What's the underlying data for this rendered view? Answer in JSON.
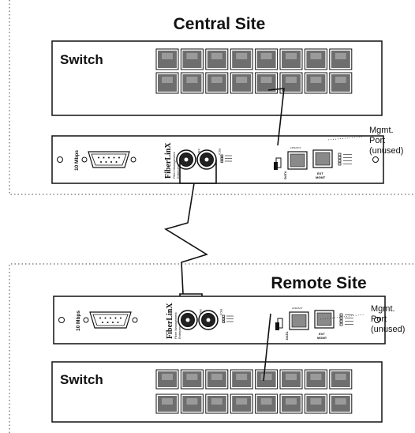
{
  "central_site": {
    "title": "Central Site",
    "switch_label": "Switch",
    "mgmt_port_label": [
      "Mgmt.",
      "Port",
      "(unused)"
    ]
  },
  "remote_site": {
    "title": "Remote Site",
    "switch_label": "Switch",
    "mgmt_port_label": [
      "Mgmt.",
      "Port",
      "(unused)"
    ]
  },
  "device_card": {
    "speed_label": "10 Mbps",
    "brand_name": "FiberLinX",
    "brand_sub": [
      "Fiber Management",
      "Enterprise Link"
    ],
    "fiber_port_labels": [
      "XMT",
      "RCV"
    ],
    "data_port_label": "DATA",
    "mgmt_port_label": [
      "EXT",
      "MGMT"
    ],
    "tiny_port_text": "LINK/ACT"
  },
  "colors": {
    "line": "#111111",
    "switch_port_fill": "#6e6e6e",
    "switch_port_inner": "#9a9a9a",
    "border_dotted": "#555555"
  },
  "icons": {
    "db9": "db9-serial-connector-icon",
    "fiber": "fiber-st-connector-icon",
    "rj45": "rj45-port-icon",
    "mounting_hole": "mounting-hole-icon",
    "wan_link": "lightning-link-icon"
  }
}
